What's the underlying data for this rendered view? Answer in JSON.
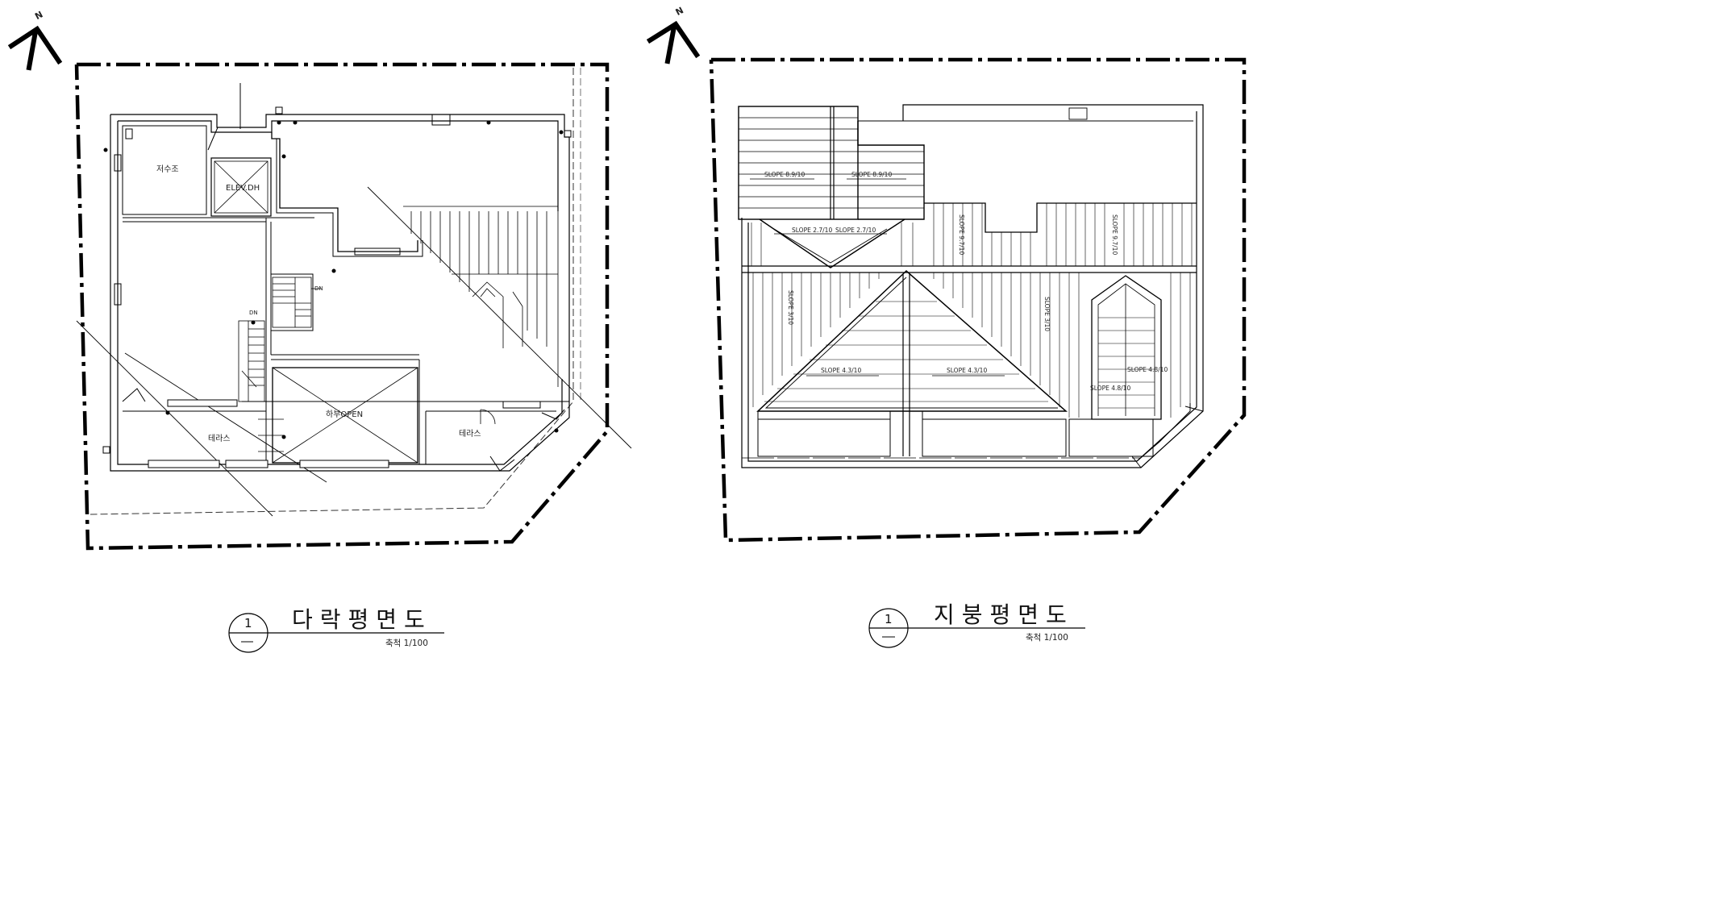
{
  "north_label": "N",
  "left_plan": {
    "rooms": {
      "water_tank": "저수조",
      "elevator": "ELEV.DH",
      "terrace_left": "테라스",
      "terrace_right": "테라스",
      "open_below": "하부OPEN"
    },
    "stair_labels": {
      "upper": "DN",
      "lower": "DN"
    },
    "title_block": {
      "number": "1",
      "title": "다락평면도",
      "scale": "축척  1/100"
    }
  },
  "right_plan": {
    "slopes": {
      "top_left_a": "SLOPE 8.9/10",
      "top_left_b": "SLOPE 8.9/10",
      "valley_a": "SLOPE 2.7/10",
      "valley_b": "SLOPE 2.7/10",
      "right_vertical_a": "SLOPE 9.7/10",
      "right_vertical_b": "SLOPE 9.7/10",
      "left_vertical": "SLOPE 3/10",
      "middle_vertical": "SLOPE 3/10",
      "pyramid_left": "SLOPE 4.3/10",
      "pyramid_right": "SLOPE 4.3/10",
      "small_a": "SLOPE 4.8/10",
      "small_b": "SLOPE 4.8/10"
    },
    "title_block": {
      "number": "1",
      "title": "지붕평면도",
      "scale": "축척  1/100"
    }
  }
}
